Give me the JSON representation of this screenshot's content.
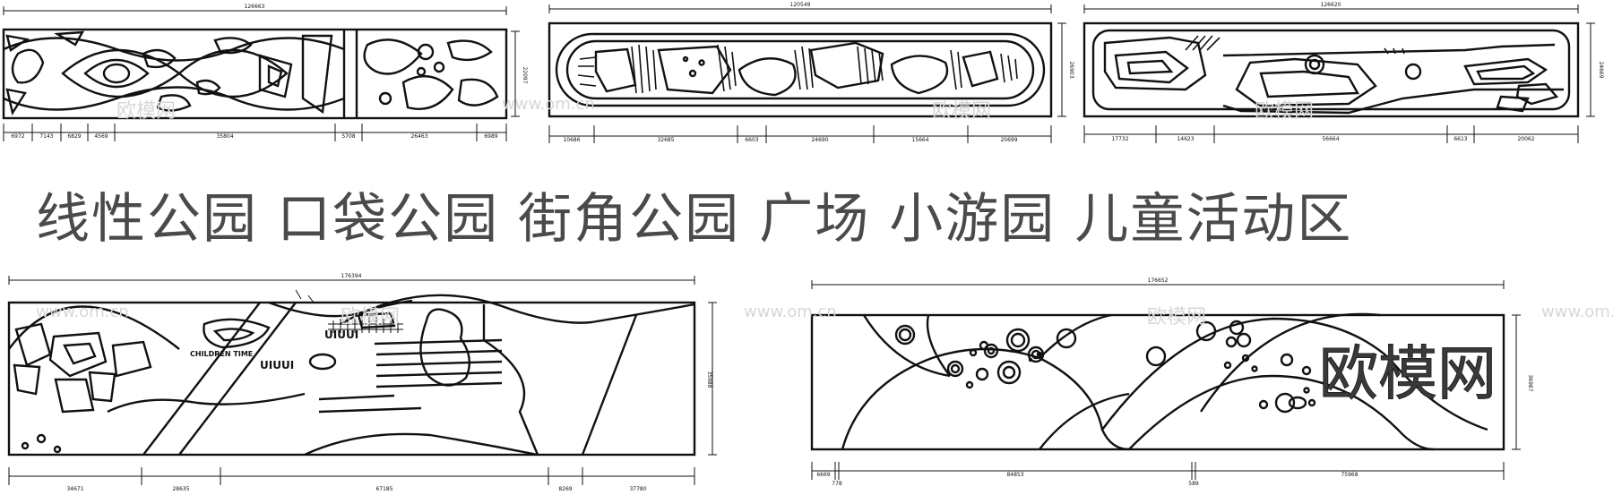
{
  "headline": "线性公园  口袋公园  街角公园  广场  小游园  儿童活动区",
  "watermark": {
    "brand": "欧模网",
    "url": "www.om.cn"
  },
  "panels": [
    {
      "id": "panel-1",
      "total": "126663",
      "height": "22097",
      "segments": [
        "6972",
        "7143",
        "6829",
        "4569",
        "35804",
        "5708",
        "26463",
        "6989"
      ]
    },
    {
      "id": "panel-2",
      "total": "120549",
      "height": "26903",
      "segments": [
        "10686",
        "32685",
        "6603",
        "24690",
        "15664",
        "20699"
      ]
    },
    {
      "id": "panel-3",
      "total": "126620",
      "height": "24669",
      "segments": [
        "17732",
        "14623",
        "56664",
        "6613",
        "20062"
      ]
    },
    {
      "id": "panel-4",
      "total": "176394",
      "height": "35988",
      "segments": [
        "34671",
        "28635",
        "67185",
        "8269",
        "37780"
      ],
      "labels": [
        "CHILDREN TIME",
        "UIUUI"
      ]
    },
    {
      "id": "panel-5",
      "total": "176652",
      "height": "36987",
      "segments": [
        "6669",
        "778",
        "84853",
        "589",
        "75968"
      ]
    }
  ],
  "colors": {
    "line": "#111111",
    "text": "#4a4a4a",
    "watermark": "#d7d7d7"
  }
}
